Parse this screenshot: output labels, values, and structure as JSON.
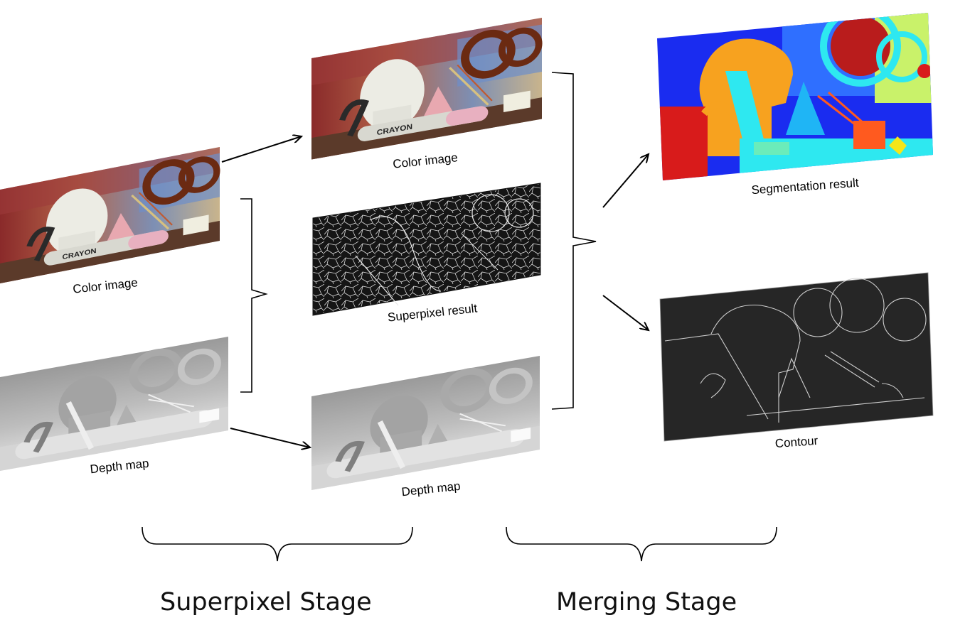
{
  "panels": {
    "input_color": {
      "caption": "Color image"
    },
    "input_depth": {
      "caption": "Depth map"
    },
    "mid_color": {
      "caption": "Color image"
    },
    "superpixel": {
      "caption": "Superpixel result"
    },
    "mid_depth": {
      "caption": "Depth map"
    },
    "segmentation": {
      "caption": "Segmentation result"
    },
    "contour": {
      "caption": "Contour"
    }
  },
  "stages": {
    "superpixel": "Superpixel Stage",
    "merging": "Merging Stage"
  },
  "colors": {
    "segmentation_palette": [
      "#1a2cf0",
      "#f7a21f",
      "#2ee8f0",
      "#d81b1b",
      "#c9f26a",
      "#2f6fff",
      "#b91c1c",
      "#f5e61a",
      "#ff5a1f"
    ],
    "depth_dark": "#8a8a8a",
    "depth_light": "#dddddd",
    "edge_panel": "#262626"
  }
}
